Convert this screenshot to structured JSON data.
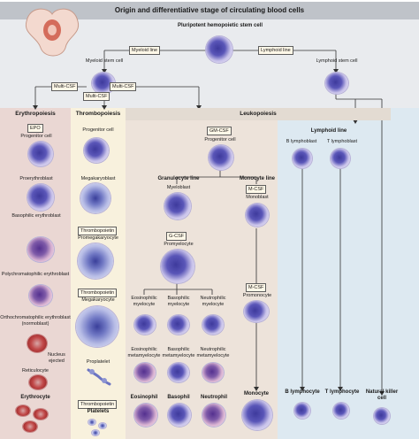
{
  "title": "Origin and differentiative stage of circulating blood cells",
  "top": {
    "pluripotent": "Pluripotent hemopoietic stem cell",
    "myeloid_line": "Myeloid line",
    "lymphoid_line": "Lymphoid line",
    "myeloid_stem": "Myeloid stem cell",
    "lymphoid_stem": "Lymphoid stem cell",
    "multi_csf": "Multi-CSF"
  },
  "columns": {
    "erythropoiesis": "Erythropoiesis",
    "thrombopoiesis": "Thrombopoiesis",
    "leukopoiesis": "Leukopoiesis",
    "lymphoid_line": "Lymphoid line"
  },
  "erythro": {
    "epo": "EPO",
    "progenitor": "Progenitor cell",
    "proerythroblast": "Proerythroblast",
    "basophilic": "Basophilic erythroblast",
    "polychromatophilic": "Polychromatophilic erythroblast",
    "orthochromatophilic": "Orthochromatophilic erythroblast (normoblast)",
    "nucleus_ejected": "Nucleus ejected",
    "reticulocyte": "Reticulocyte",
    "erythrocyte": "Erythrocyte"
  },
  "thrombo": {
    "progenitor": "Progenitor cell",
    "megakaryoblast": "Megakaryoblast",
    "thrombopoietin": "Thrombopoietin",
    "promegakaryocyte": "Promegakaryocyte",
    "megakaryocyte": "Megakaryocyte",
    "proplatelet": "Proplatelet",
    "platelets": "Platelets"
  },
  "leuko": {
    "gm_csf": "GM-CSF",
    "progenitor": "Progenitor cell",
    "granulocyte_line": "Granulocyte line",
    "monocyte_line": "Monocyte line",
    "myeloblast": "Myeloblast",
    "m_csf": "M-CSF",
    "monoblast": "Monoblast",
    "g_csf": "G-CSF",
    "promyelocyte": "Promyelocyte",
    "promonocyte": "Promonocyte",
    "eos_myelocyte": "Eosinophilic myelocyte",
    "baso_myelocyte": "Basophilic myelocyte",
    "neut_myelocyte": "Neutrophilic myelocyte",
    "eos_meta": "Eosinophilic metamyelocyte",
    "baso_meta": "Basophilic metamyelocyte",
    "neut_meta": "Neutrophilic metamyelocyte",
    "eosinophil": "Eosinophil",
    "basophil": "Basophil",
    "neutrophil": "Neutrophil",
    "monocyte": "Monocyte"
  },
  "lymph": {
    "b_lymphoblast": "B lymphoblast",
    "t_lymphoblast": "T lymphoblast",
    "b_lymphocyte": "B lymphocyte",
    "t_lymphocyte": "T lymphocyte",
    "nk_cell": "Natural killer cell"
  }
}
